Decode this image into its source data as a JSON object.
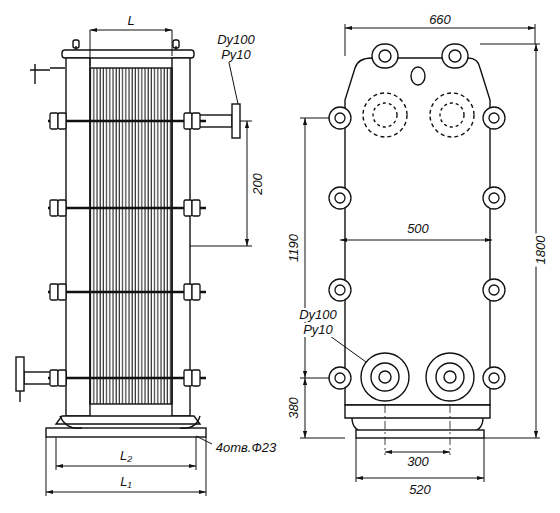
{
  "diagram": {
    "labels": [
      "660",
      "L",
      "Dу100",
      "Pу10",
      "200",
      "500",
      "1190",
      "1800",
      "Dу100",
      "Pу10",
      "380",
      "300",
      "4отв.Ф23",
      "L₂",
      "520",
      "L₁"
    ]
  }
}
